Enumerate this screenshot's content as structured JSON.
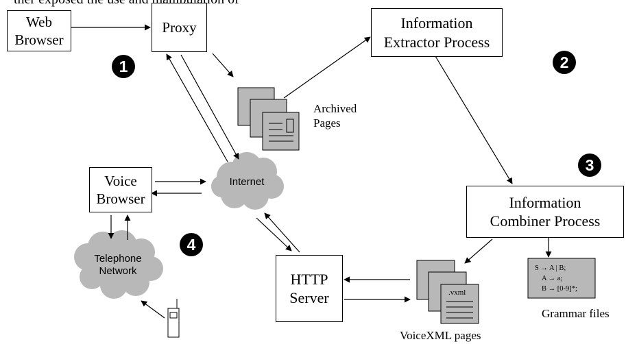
{
  "caption_fragment": "ther exposed the use and manipulation of",
  "nodes": {
    "web_browser": [
      "Web",
      "Browser"
    ],
    "proxy": "Proxy",
    "info_extractor": [
      "Information",
      "Extractor Process"
    ],
    "voice_browser": [
      "Voice",
      "Browser"
    ],
    "internet": "Internet",
    "info_combiner": [
      "Information",
      "Combiner Process"
    ],
    "telephone_network": [
      "Telephone",
      "Network"
    ],
    "http_server": [
      "HTTP",
      "Server"
    ]
  },
  "labels": {
    "archived_pages": [
      "Archived",
      "Pages"
    ],
    "voicexml_pages": "VoiceXML pages",
    "grammar_files": "Grammar files",
    "vxml_tag": ".vxml"
  },
  "grammar_lines": [
    "S → A | B;",
    "A → a;",
    "B → [0-9]*;"
  ],
  "step_badges": [
    "1",
    "2",
    "3",
    "4"
  ]
}
